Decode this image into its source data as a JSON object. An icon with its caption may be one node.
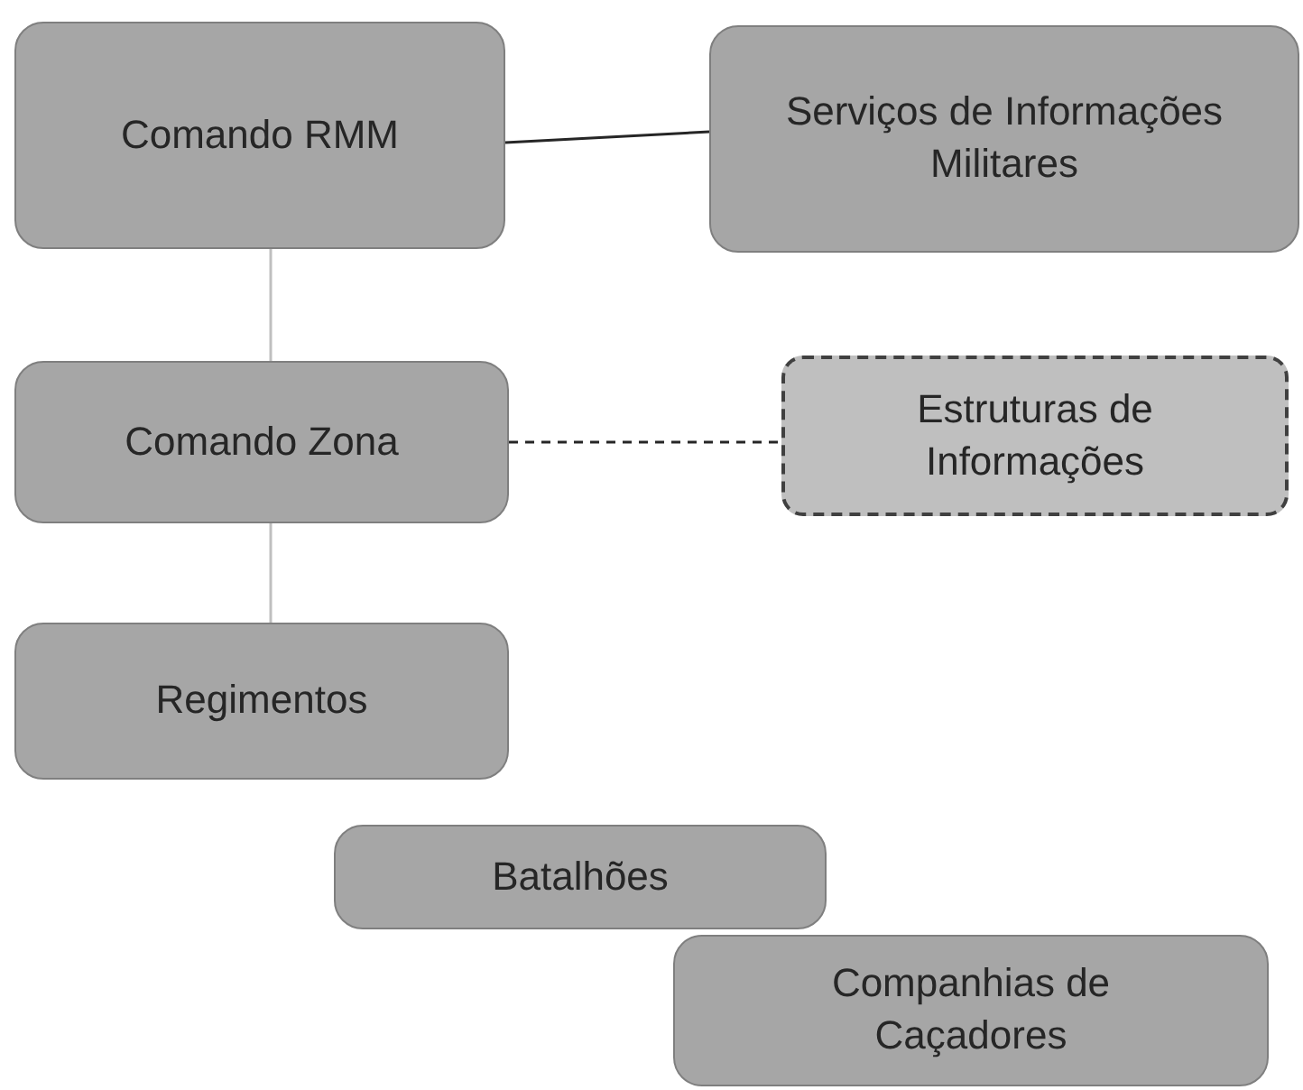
{
  "diagram": {
    "nodes": [
      {
        "text": [
          "Comando RMM"
        ]
      },
      {
        "text": [
          "Serviços de Informações Militares"
        ]
      },
      {
        "text": [
          "Comando Zona"
        ]
      },
      {
        "text": [
          "Estruturas de Informações"
        ]
      },
      {
        "text": [
          "Regimentos"
        ]
      },
      {
        "text": [
          "Batalhões"
        ]
      },
      {
        "text": [
          "Companhias de Caçadores"
        ]
      }
    ],
    "edges": [
      {
        "from": 0,
        "to": 1,
        "arrow": "none"
      },
      {
        "from": 0,
        "to": 2,
        "arrow": "none",
        "color": "#bfbfbf"
      },
      {
        "from": 2,
        "to": 3,
        "arrow": "none",
        "style": "dashed"
      },
      {
        "from": 2,
        "to": 4,
        "arrow": "none",
        "color": "#bfbfbf"
      }
    ]
  }
}
